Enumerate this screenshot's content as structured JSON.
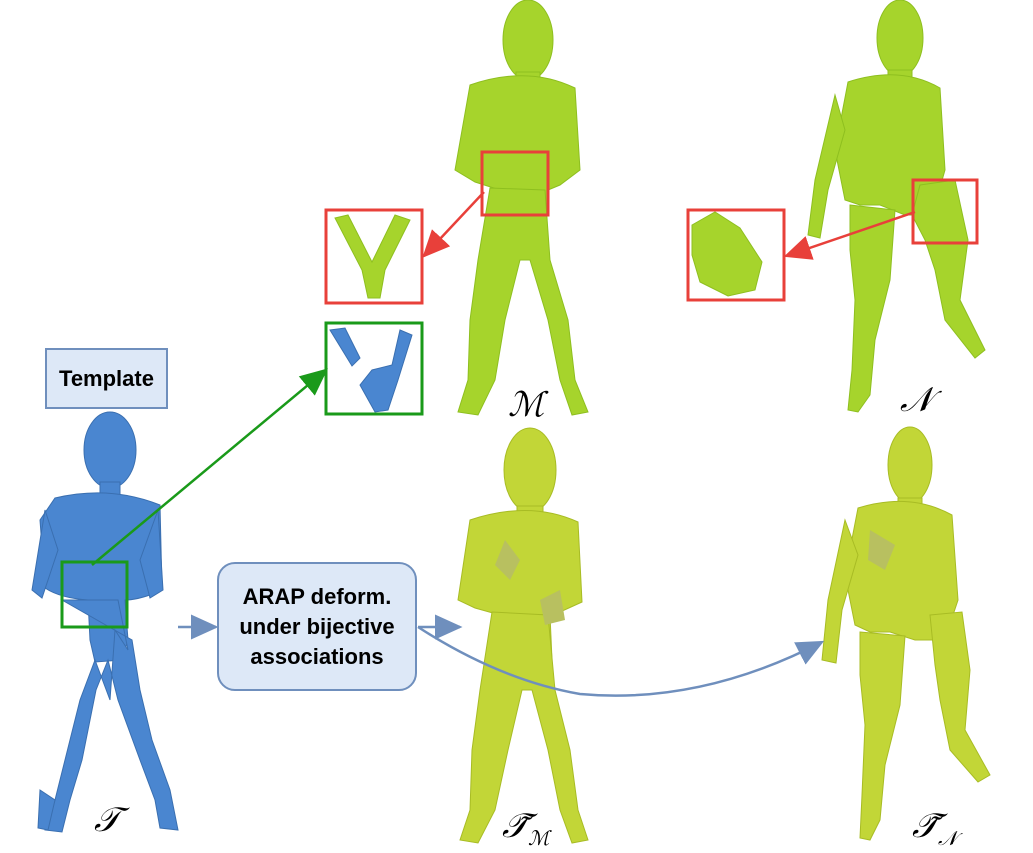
{
  "template_label": "Template",
  "process_label": {
    "line1": "ARAP deform.",
    "line2": "under bijective",
    "line3": "associations"
  },
  "symbols": {
    "template": "𝒯",
    "source_m": "ℳ",
    "source_n": "𝒩",
    "deformed_m_base": "𝒯̃",
    "deformed_m_sub": "ℳ",
    "deformed_n_base": "𝒯̃",
    "deformed_n_sub": "𝒩"
  },
  "colors": {
    "template_mesh": "#4a86d0",
    "target_mesh": "#a6d42c",
    "deformed_mesh": "#c2d637",
    "red_highlight": "#e8403a",
    "green_highlight": "#1a9a1a",
    "flow_arrow": "#6f8fbd"
  }
}
